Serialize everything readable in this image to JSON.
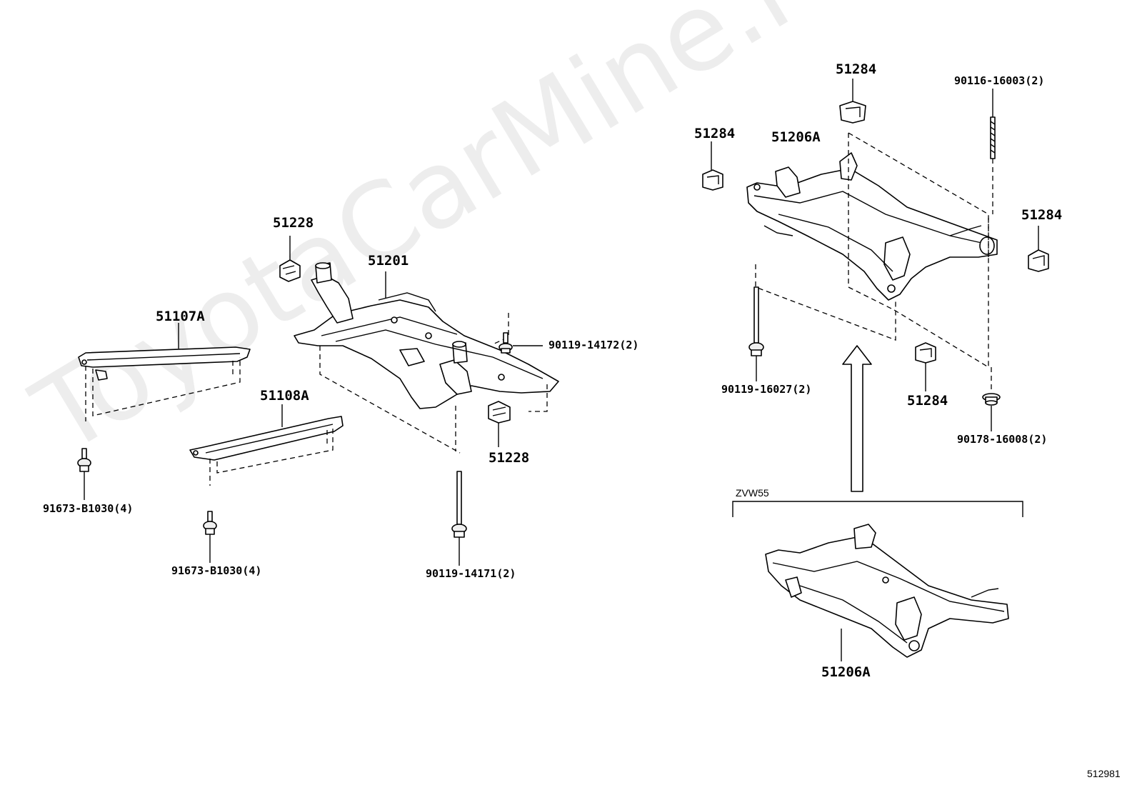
{
  "watermark": "ToyotaCarMine.ru",
  "front_section": {
    "crossmember": "51201",
    "stopper_upper": "51228",
    "stopper_lower": "51228",
    "brace_left": "51107A",
    "brace_right": "51108A",
    "bolt_left": "91673-B1030(4)",
    "bolt_mid": "91673-B1030(4)",
    "bolt_front_side": "90119-14172(2)",
    "bolt_center": "90119-14171(2)"
  },
  "rear_section": {
    "member": "51206A",
    "stopper_top": "51284",
    "stopper_left": "51284",
    "stopper_right": "51284",
    "stopper_bottom": "51284",
    "stud_bolt": "90116-16003(2)",
    "bolt_left": "90119-16027(2)",
    "washer_right": "90178-16008(2)",
    "variant_label": "ZVW55",
    "variant_member": "51206A"
  },
  "figure_code": "512981"
}
